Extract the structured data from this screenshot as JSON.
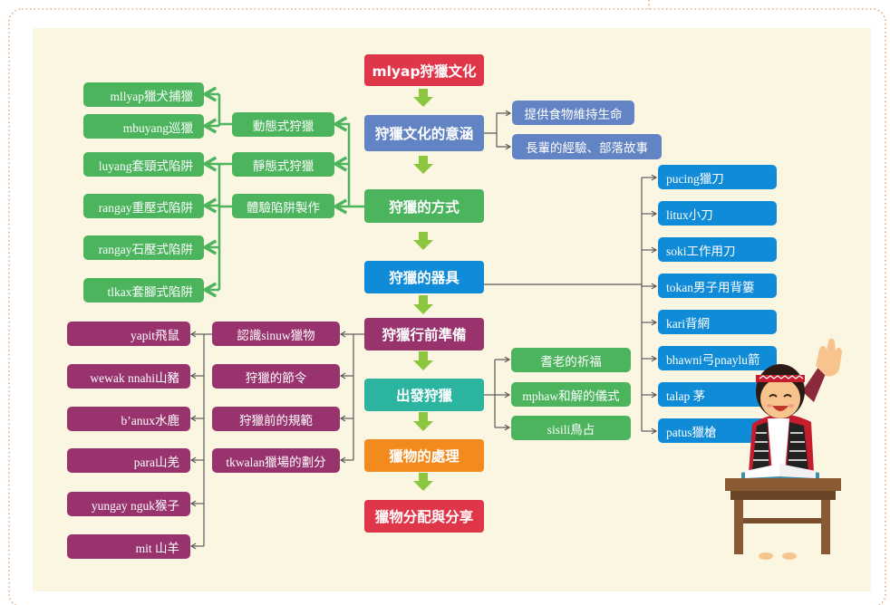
{
  "center": [
    {
      "label": "mlyap狩獵文化",
      "color": "#e0364a"
    },
    {
      "label": "狩獵文化的意涵",
      "color": "#6283c4"
    },
    {
      "label": "狩獵的方式",
      "color": "#4bb45d"
    },
    {
      "label": "狩獵的器具",
      "color": "#0f8bd8"
    },
    {
      "label": "狩獵行前準備",
      "color": "#98336e"
    },
    {
      "label": "出發狩獵",
      "color": "#2bb5a0"
    },
    {
      "label": "獵物的處理",
      "color": "#f28a1e"
    },
    {
      "label": "獵物分配與分享",
      "color": "#e0364a"
    }
  ],
  "meaning": [
    "提供食物維持生命",
    "長輩的經驗、部落故事"
  ],
  "methods": [
    "動態式狩獵",
    "靜態式狩獵",
    "體驗陷阱製作"
  ],
  "traps": [
    "mllyap獵犬捕獵",
    "mbuyang巡獵",
    "luyang套頸式陷阱",
    "rangay重壓式陷阱",
    "rangay石壓式陷阱",
    "tlkax套腳式陷阱"
  ],
  "tools": [
    "pucing獵刀",
    "litux小刀",
    "soki工作用刀",
    "tokan男子用背簍",
    "kari背網",
    "bhawni弓pnaylu箭",
    "talap 茅",
    "patus獵槍"
  ],
  "preparation": [
    "認識sinuw獵物",
    "狩獵的節令",
    "狩獵前的規範",
    "tkwalan獵場的劃分"
  ],
  "animals": [
    "yapit飛鼠",
    "wewak nnahi山豬",
    "b’anux水鹿",
    "para山羌",
    "yungay nguk猴子",
    "mit 山羊"
  ],
  "departure": [
    "耆老的祈福",
    "mphaw和解的儀式",
    "sisili鳥占"
  ],
  "colors": {
    "line_green": "#4bb45d",
    "line_gray": "#5a5a5a",
    "arrow": "#8cc63f",
    "panel": "#faf6e1",
    "border": "#e8955a"
  }
}
